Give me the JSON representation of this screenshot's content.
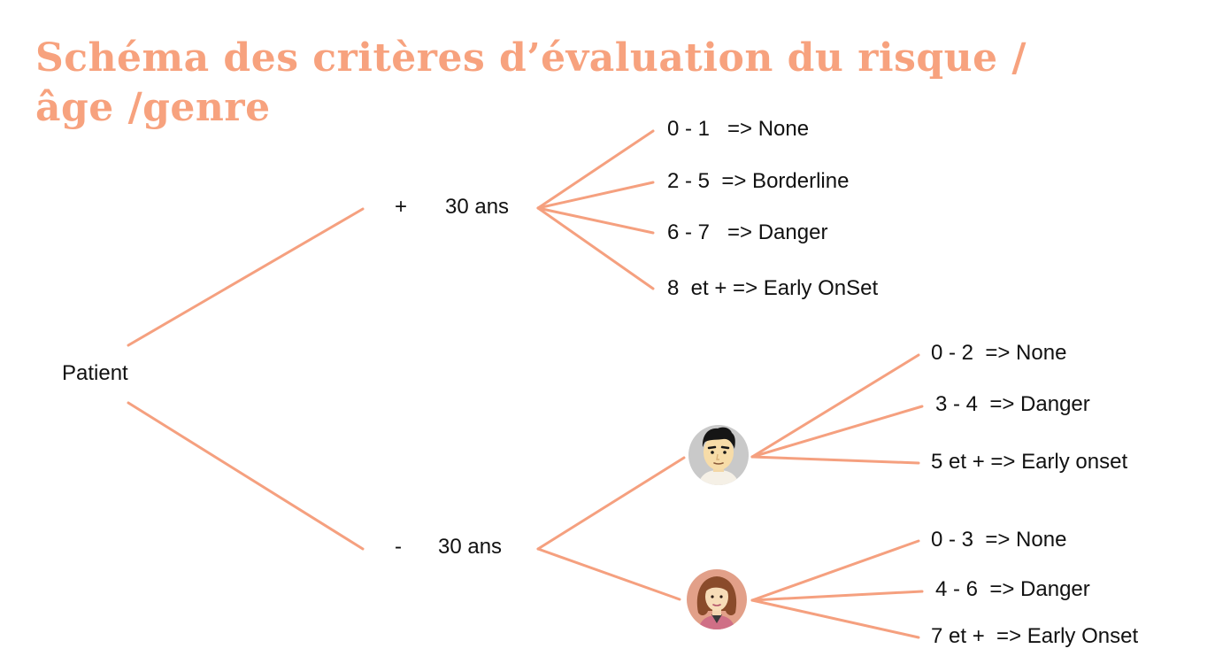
{
  "title": "Schéma des critères d’évaluation du risque /âge /genre",
  "root": {
    "label": "Patient"
  },
  "branches": {
    "over30": {
      "sign": "+",
      "label": "30 ans",
      "outcomes": [
        "0 - 1   => None",
        "2 - 5  => Borderline",
        "6 - 7   => Danger",
        "8  et + => Early OnSet"
      ]
    },
    "under30": {
      "sign": "-",
      "label": "30 ans",
      "male": {
        "icon": "man-avatar-icon",
        "outcomes": [
          "0 - 2  => None",
          "3 - 4  => Danger",
          "5 et + => Early onset"
        ]
      },
      "female": {
        "icon": "woman-avatar-icon",
        "outcomes": [
          "0 - 3  => None",
          "4 - 6  => Danger",
          "7 et +  => Early Onset"
        ]
      }
    }
  },
  "colors": {
    "accent": "#f7a27e",
    "line": "#f5a07f",
    "text": "#111111"
  }
}
